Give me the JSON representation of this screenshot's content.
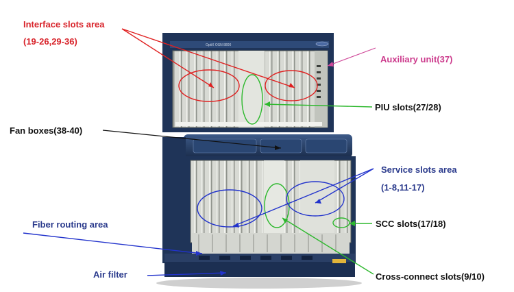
{
  "device": {
    "brand_text": "OptiX OSN 8800"
  },
  "labels": {
    "interface_slots": {
      "line1": "Interface slots area",
      "line2": "(19-26,29-36)",
      "color": "#d8232a"
    },
    "auxiliary_unit": {
      "text": "Auxiliary unit(37)",
      "color": "#cc3a8c"
    },
    "piu_slots": {
      "text": "PIU slots(27/28)",
      "color": "#111111"
    },
    "fan_boxes": {
      "text": "Fan boxes(38-40)",
      "color": "#111111"
    },
    "service_slots": {
      "line1": "Service slots area",
      "line2": "(1-8,11-17)",
      "color": "#2a3a8c"
    },
    "fiber_routing": {
      "text": "Fiber routing area",
      "color": "#2a3a8c"
    },
    "scc_slots": {
      "text": "SCC slots(17/18)",
      "color": "#111111"
    },
    "air_filter": {
      "text": "Air filter",
      "color": "#2a3a8c"
    },
    "cross_connect": {
      "text": "Cross-connect slots(9/10)",
      "color": "#111111"
    }
  },
  "colors": {
    "red_annot": "#e02020",
    "green_annot": "#2db82d",
    "blue_annot": "#2233cc",
    "magenta_annot": "#d04a9a",
    "navy_chassis": "#1f3458"
  }
}
